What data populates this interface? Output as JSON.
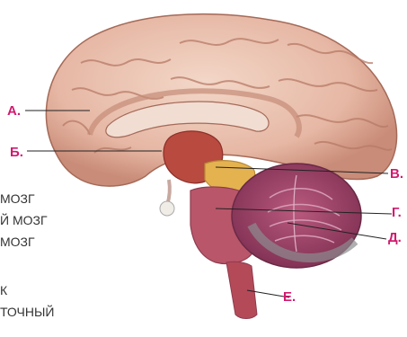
{
  "labels": {
    "a": "А.",
    "b": "Б.",
    "v": "В.",
    "g": "Г.",
    "d": "Д.",
    "e": "Е."
  },
  "side_text": [
    "МОЗГ",
    "Й МОЗГ",
    "МОЗГ",
    "К",
    "ТОЧНЫЙ"
  ],
  "colors": {
    "label": "#d11a6e",
    "cortex": "#e8c1b0",
    "brainstem": "#b9566a",
    "cerebellum": "#9c3f63"
  }
}
